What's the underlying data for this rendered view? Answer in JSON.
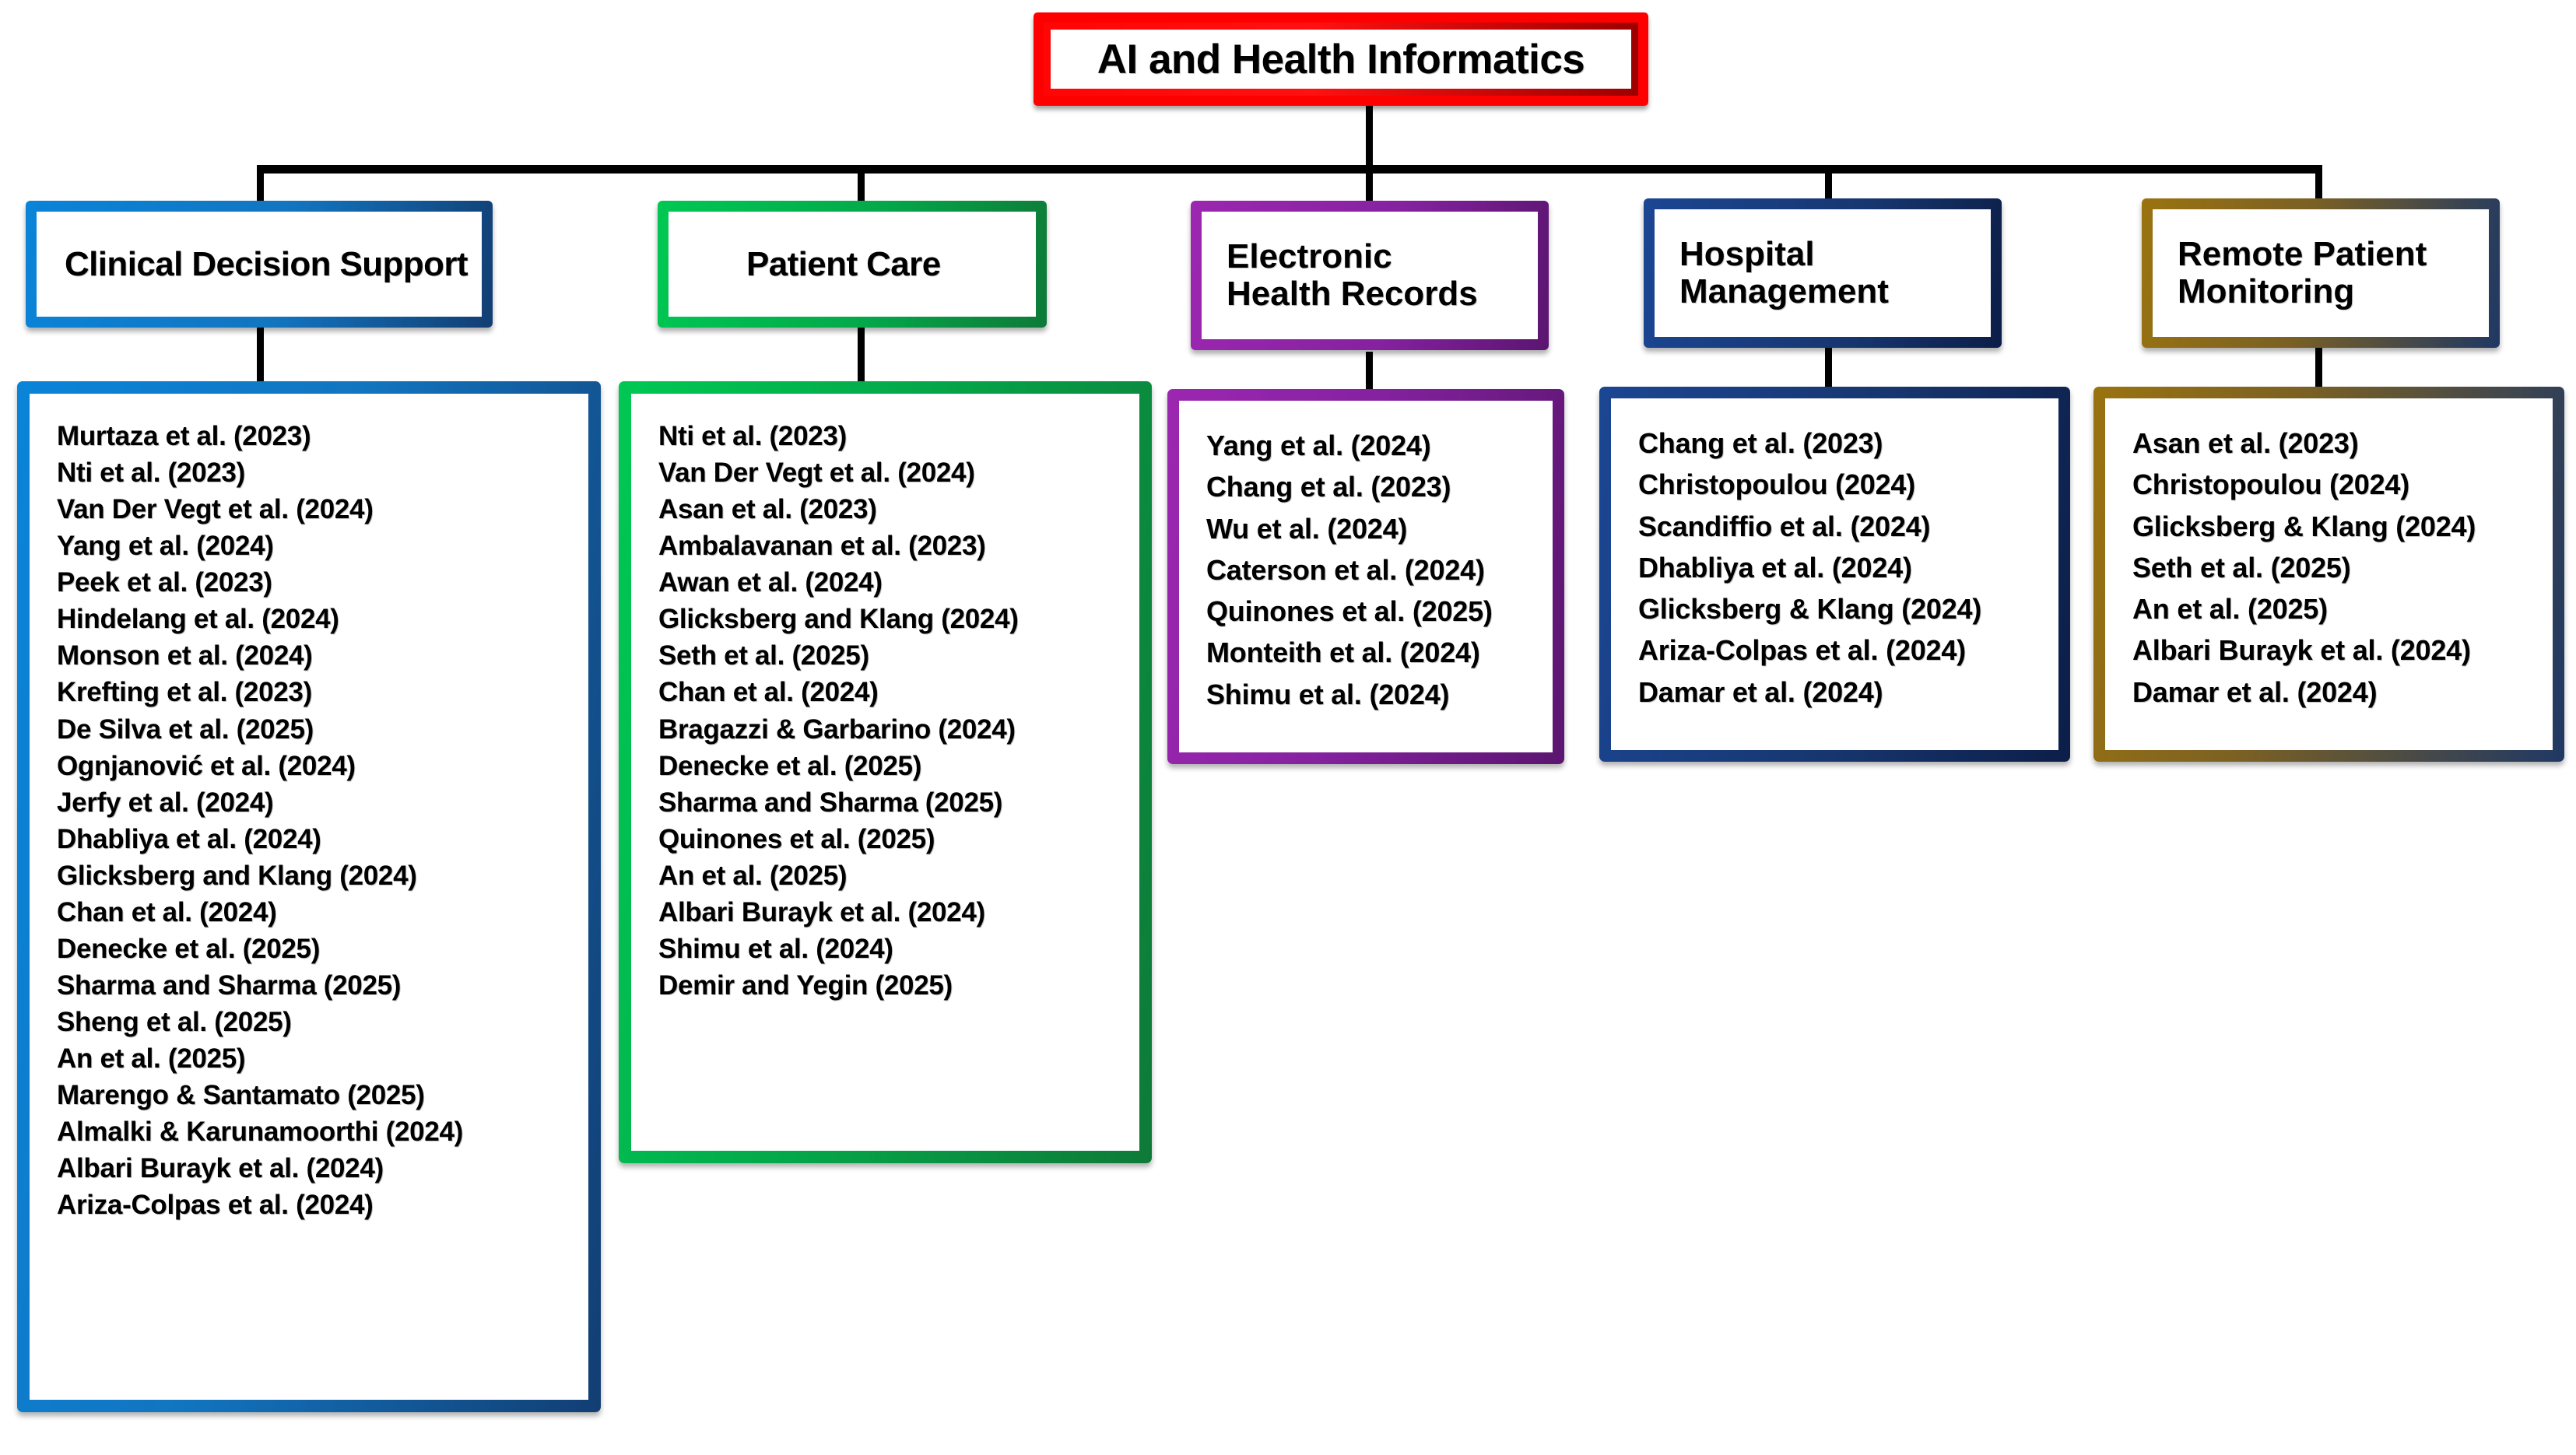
{
  "diagram": {
    "type": "tree-hierarchy",
    "root": {
      "label": "AI and Health Informatics",
      "border_color": "#FF0000"
    },
    "categories": [
      {
        "id": "clinical-decision-support",
        "label": "Clinical Decision Support",
        "label_lines": [
          "Clinical Decision Support"
        ],
        "accent_from": "#0A84D8",
        "accent_to": "#123E73",
        "citations": [
          "Murtaza et al. (2023)",
          "Nti et al. (2023)",
          "Van Der Vegt et al. (2024)",
          "Yang et al. (2024)",
          "Peek et al. (2023)",
          "Hindelang et al. (2024)",
          "Monson et al. (2024)",
          "Krefting et al. (2023)",
          "De Silva et al. (2025)",
          "Ognjanović et al. (2024)",
          "Jerfy et al. (2024)",
          "Dhabliya et al. (2024)",
          "Glicksberg and Klang (2024)",
          "Chan et al. (2024)",
          "Denecke et al. (2025)",
          "Sharma and Sharma (2025)",
          "Sheng et al. (2025)",
          "An et al. (2025)",
          "Marengo & Santamato (2025)",
          "Almalki & Karunamoorthi (2024)",
          "Albari Burayk et al. (2024)",
          "Ariza-Colpas et al. (2024)"
        ]
      },
      {
        "id": "patient-care",
        "label": "Patient Care",
        "label_lines": [
          "Patient Care"
        ],
        "accent_from": "#00C853",
        "accent_to": "#0E7A38",
        "citations": [
          "Nti et al. (2023)",
          "Van Der Vegt et al. (2024)",
          "Asan et al. (2023)",
          "Ambalavanan et al. (2023)",
          "Awan et al. (2024)",
          "Glicksberg and Klang (2024)",
          "Seth et al. (2025)",
          "Chan et al. (2024)",
          "Bragazzi & Garbarino (2024)",
          "Denecke et al. (2025)",
          "Sharma and Sharma (2025)",
          "Quinones et al. (2025)",
          "An et al. (2025)",
          "Albari Burayk et al. (2024)",
          "Shimu et al. (2024)",
          "Demir and Yegin (2025)"
        ]
      },
      {
        "id": "electronic-health-records",
        "label": "Electronic Health Records",
        "label_lines": [
          "Electronic",
          "Health Records"
        ],
        "accent_from": "#9C27B0",
        "accent_to": "#5B1570",
        "citations": [
          "Yang et al. (2024)",
          "Chang et al. (2023)",
          "Wu et al. (2024)",
          "Caterson et al. (2024)",
          "Quinones et al. (2025)",
          "Monteith et al. (2024)",
          "Shimu et al. (2024)"
        ]
      },
      {
        "id": "hospital-management",
        "label": "Hospital Management",
        "label_lines": [
          "Hospital",
          "Management"
        ],
        "accent_from": "#1B4693",
        "accent_to": "#0C1E48",
        "citations": [
          "Chang et al. (2023)",
          "Christopoulou (2024)",
          "Scandiffio et al. (2024)",
          "Dhabliya et al. (2024)",
          "Glicksberg & Klang (2024)",
          "Ariza-Colpas et al. (2024)",
          "Damar et al. (2024)"
        ]
      },
      {
        "id": "remote-patient-monitoring",
        "label": "Remote Patient Monitoring",
        "label_lines": [
          "Remote Patient",
          "Monitoring"
        ],
        "accent_from": "#9A7310",
        "accent_to": "#1F3864",
        "citations": [
          "Asan et al. (2023)",
          "Christopoulou (2024)",
          "Glicksberg & Klang (2024)",
          "Seth et al. (2025)",
          "An et al. (2025)",
          "Albari Burayk et al. (2024)",
          "Damar et al. (2024)"
        ]
      }
    ]
  }
}
